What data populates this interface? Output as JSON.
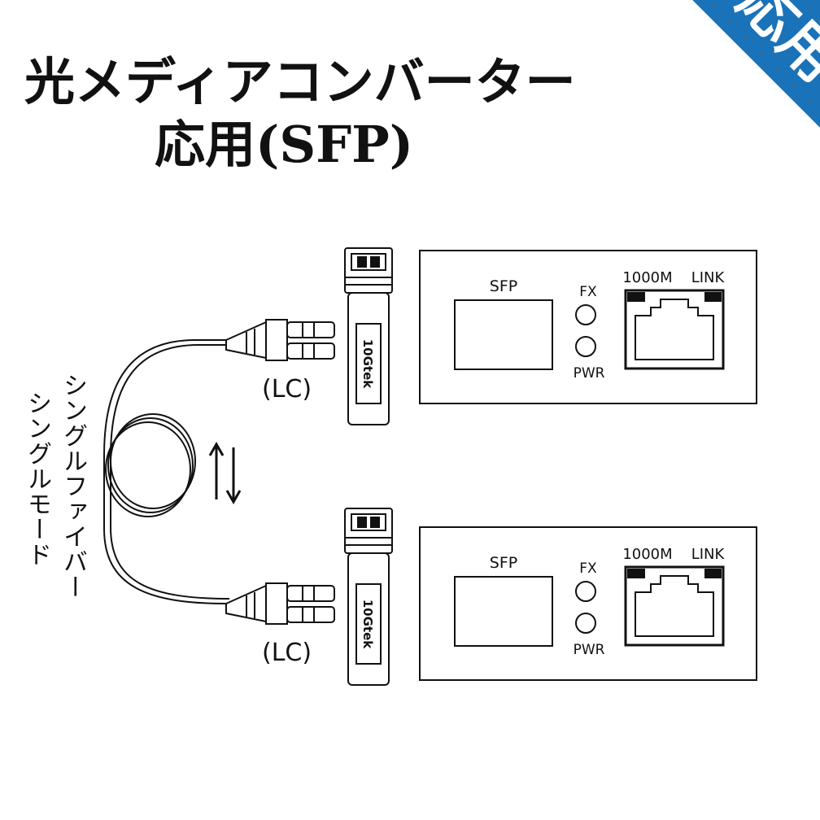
{
  "title": {
    "line1": "光メディアコンバーター",
    "line2": "応用(SFP)"
  },
  "banner": {
    "text": "応用",
    "color": "#1a72b8"
  },
  "fiber_labels": {
    "line1": "シングルファイバー",
    "line2": "シングルモード"
  },
  "connector_label": "(LC)",
  "sfp_brand": "10Gtek",
  "converter": {
    "sfp_label": "SFP",
    "fx_label": "FX",
    "pwr_label": "PWR",
    "speed_label": "1000M",
    "link_label": "LINK"
  },
  "arrow_icon": "bidirectional-arrows-icon"
}
